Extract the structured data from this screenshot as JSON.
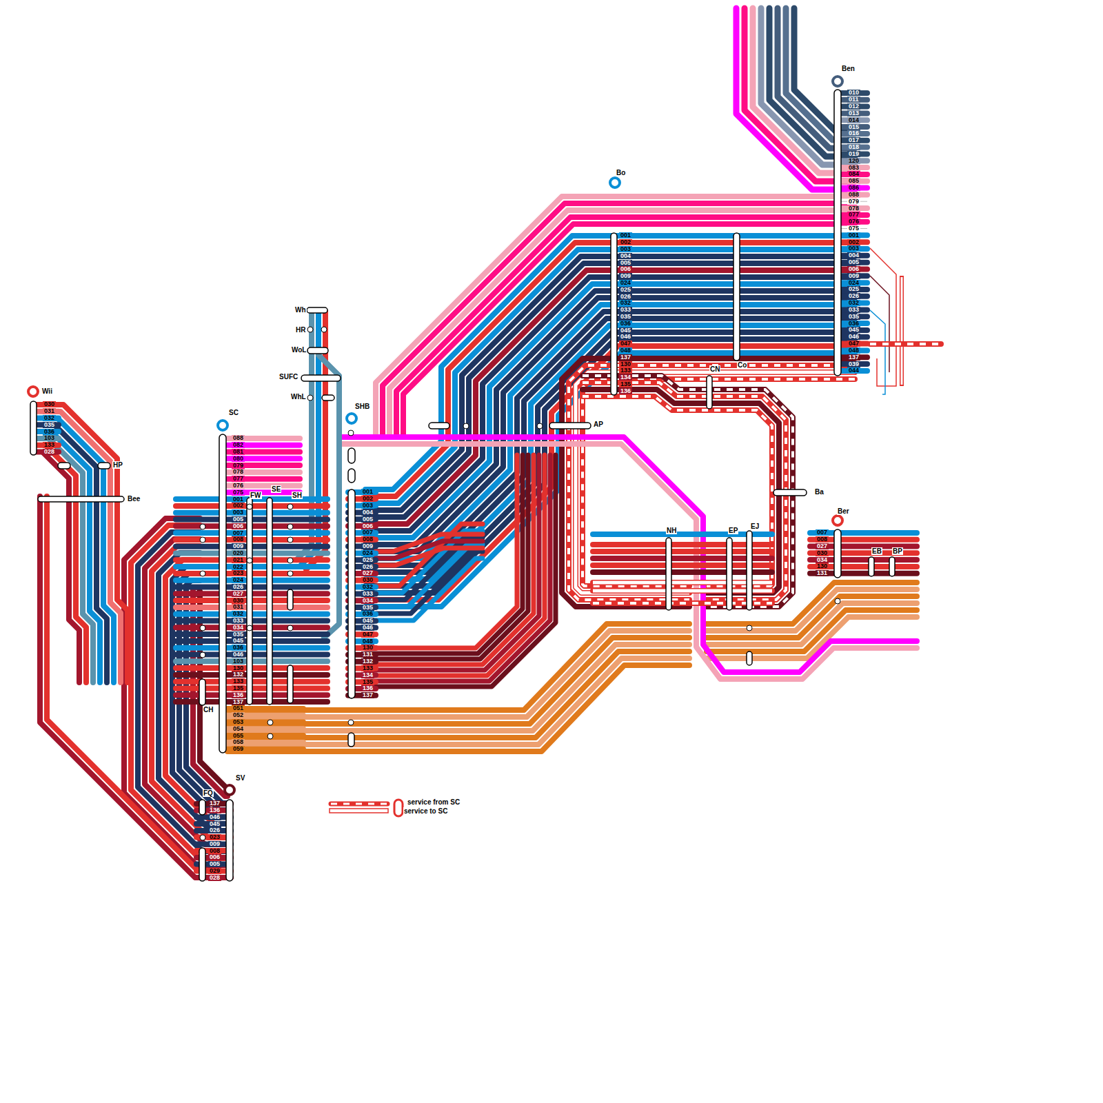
{
  "diagram": {
    "nodes": [
      {
        "text": [
          "Wii"
        ]
      },
      {
        "text": [
          "HP"
        ]
      },
      {
        "text": [
          "Bee"
        ]
      },
      {
        "text": [
          "SC"
        ]
      },
      {
        "text": [
          "FW"
        ]
      },
      {
        "text": [
          "SE"
        ]
      },
      {
        "text": [
          "SH"
        ]
      },
      {
        "text": [
          "CH"
        ]
      },
      {
        "text": [
          "FQ"
        ]
      },
      {
        "text": [
          "SV"
        ]
      },
      {
        "text": [
          "Wh"
        ]
      },
      {
        "text": [
          "HR"
        ]
      },
      {
        "text": [
          "WoL"
        ]
      },
      {
        "text": [
          "SUFC"
        ]
      },
      {
        "text": [
          "WhL"
        ]
      },
      {
        "text": [
          "SHB"
        ]
      },
      {
        "text": [
          "Bo"
        ]
      },
      {
        "text": [
          "AP"
        ]
      },
      {
        "text": [
          "CN"
        ]
      },
      {
        "text": [
          "Co"
        ]
      },
      {
        "text": [
          "Ben"
        ]
      },
      {
        "text": [
          "Ba"
        ]
      },
      {
        "text": [
          "Ber"
        ]
      },
      {
        "text": [
          "NH"
        ]
      },
      {
        "text": [
          "EP"
        ]
      },
      {
        "text": [
          "EJ"
        ]
      },
      {
        "text": [
          "EB"
        ]
      },
      {
        "text": [
          "BP"
        ]
      }
    ],
    "labels": [
      "030",
      "031",
      "032",
      "035",
      "036",
      "103",
      "133",
      "028",
      "088",
      "082",
      "081",
      "080",
      "079",
      "078",
      "077",
      "076",
      "075",
      "001",
      "002",
      "003",
      "005",
      "006",
      "007",
      "008",
      "009",
      "020",
      "021",
      "022",
      "023",
      "024",
      "026",
      "027",
      "030",
      "031",
      "032",
      "033",
      "034",
      "035",
      "045",
      "036",
      "046",
      "103",
      "130",
      "132",
      "133",
      "135",
      "136",
      "137",
      "051",
      "052",
      "053",
      "054",
      "055",
      "058",
      "059",
      "001",
      "002",
      "003",
      "004",
      "005",
      "006",
      "007",
      "008",
      "009",
      "024",
      "025",
      "026",
      "027",
      "030",
      "032",
      "033",
      "034",
      "035",
      "036",
      "045",
      "046",
      "047",
      "048",
      "130",
      "131",
      "132",
      "133",
      "134",
      "135",
      "136",
      "137",
      "001",
      "002",
      "003",
      "004",
      "005",
      "006",
      "009",
      "024",
      "025",
      "026",
      "032",
      "033",
      "035",
      "036",
      "045",
      "046",
      "047",
      "048",
      "137",
      "130",
      "133",
      "134",
      "135",
      "136",
      "010",
      "011",
      "012",
      "013",
      "014",
      "015",
      "016",
      "017",
      "018",
      "019",
      "120",
      "083",
      "084",
      "085",
      "086",
      "088",
      "079",
      "078",
      "077",
      "076",
      "075",
      "001",
      "002",
      "003",
      "004",
      "005",
      "006",
      "009",
      "024",
      "025",
      "026",
      "032",
      "033",
      "035",
      "036",
      "045",
      "046",
      "047",
      "048",
      "137",
      "039",
      "044",
      "007",
      "008",
      "027",
      "030",
      "034",
      "130",
      "131",
      "137",
      "136",
      "046",
      "045",
      "026",
      "023",
      "009",
      "008",
      "006",
      "005",
      "029",
      "028"
    ],
    "legend": [
      {
        "text": "service from SC"
      },
      {
        "text": "service to SC"
      }
    ]
  }
}
